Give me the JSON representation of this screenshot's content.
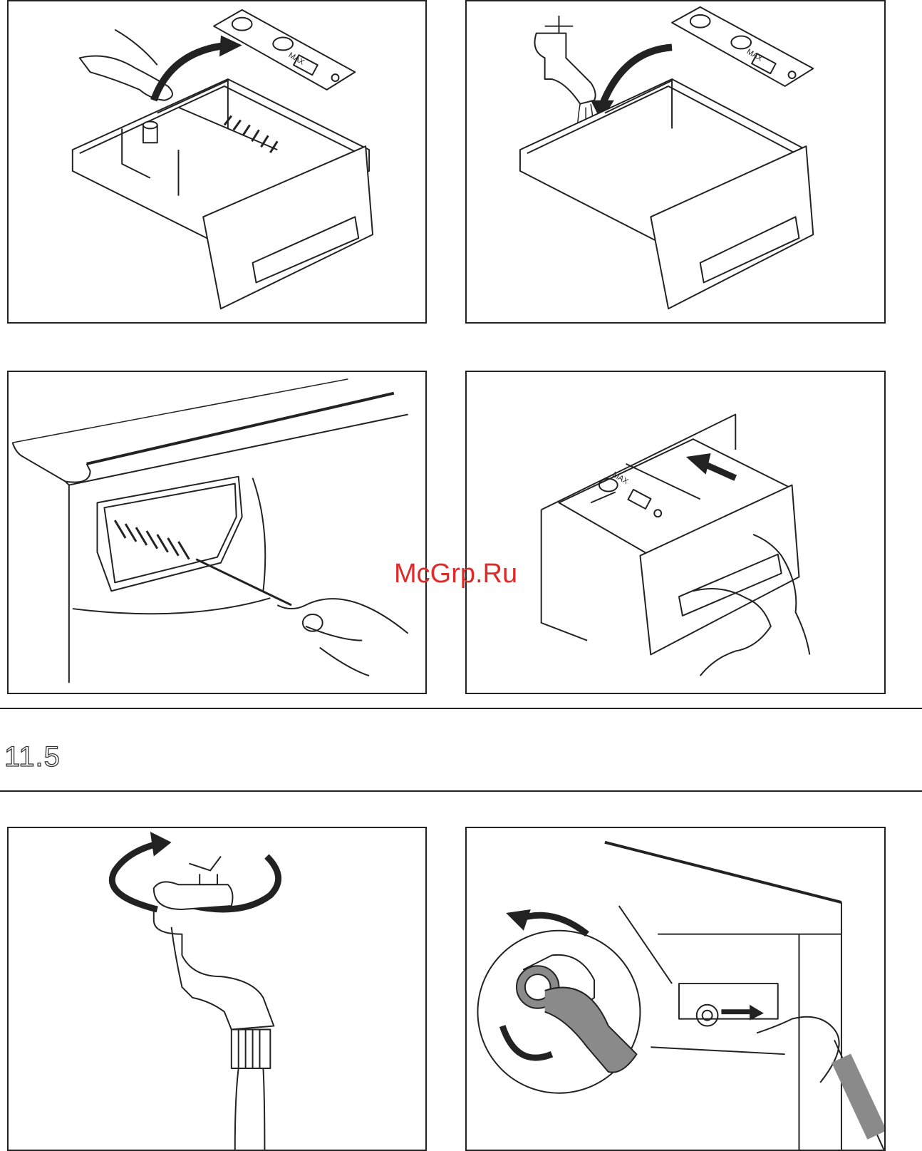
{
  "section": {
    "number": "11.5"
  },
  "watermark": {
    "text": "McGrp.Ru",
    "color": "#e02a2a"
  },
  "panels": {
    "p1": {
      "max_label": "MAX"
    },
    "p2": {
      "max_label": "MAX"
    },
    "p4": {
      "max_label": "MAX"
    }
  },
  "colors": {
    "line": "#222222",
    "hose": "#8a8a8a",
    "background": "#ffffff"
  }
}
